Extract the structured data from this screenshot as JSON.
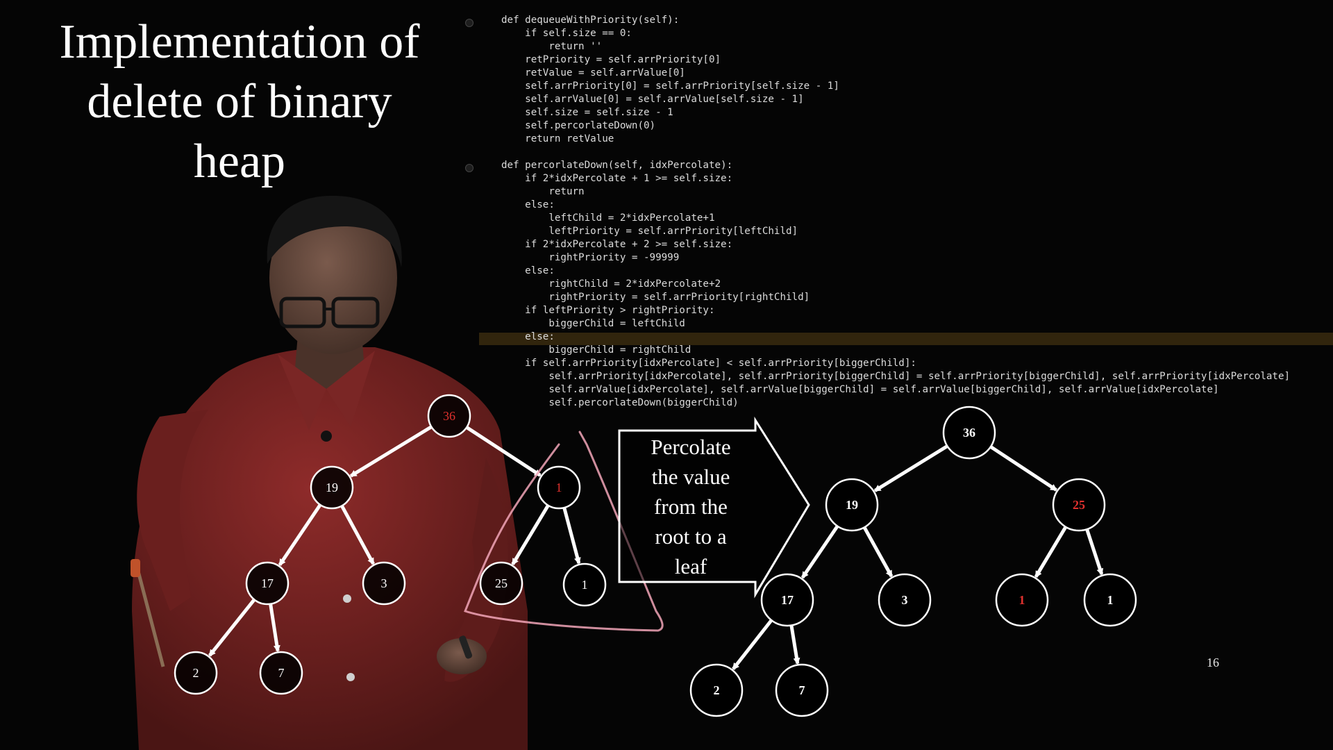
{
  "slide": {
    "title_lines": [
      "Implementation of",
      "delete of binary",
      "heap"
    ],
    "page_number": "16"
  },
  "code": {
    "lines": [
      "def dequeueWithPriority(self):",
      "    if self.size == 0:",
      "        return ''",
      "    retPriority = self.arrPriority[0]",
      "    retValue = self.arrValue[0]",
      "    self.arrPriority[0] = self.arrPriority[self.size - 1]",
      "    self.arrValue[0] = self.arrValue[self.size - 1]",
      "    self.size = self.size - 1",
      "    self.percorlateDown(0)",
      "    return retValue",
      "",
      "def percorlateDown(self, idxPercolate):",
      "    if 2*idxPercolate + 1 >= self.size:",
      "        return",
      "    else:",
      "        leftChild = 2*idxPercolate+1",
      "        leftPriority = self.arrPriority[leftChild]",
      "    if 2*idxPercolate + 2 >= self.size:",
      "        rightPriority = -99999",
      "    else:",
      "        rightChild = 2*idxPercolate+2",
      "        rightPriority = self.arrPriority[rightChild]",
      "    if leftPriority > rightPriority:",
      "        biggerChild = leftChild",
      "    else:",
      "        biggerChild = rightChild",
      "    if self.arrPriority[idxPercolate] < self.arrPriority[biggerChild]:",
      "        self.arrPriority[idxPercolate], self.arrPriority[biggerChild] = self.arrPriority[biggerChild], self.arrPriority[idxPercolate]",
      "        self.arrValue[idxPercolate], self.arrValue[biggerChild] = self.arrValue[biggerChild], self.arrValue[idxPercolate]",
      "        self.percorlateDown(biggerChild)"
    ],
    "highlighted_line": 24
  },
  "callout": {
    "lines": [
      "Percolate",
      "the value",
      "from the",
      "root to a",
      "leaf"
    ]
  },
  "trees": {
    "left": {
      "nodes": [
        {
          "id": "a",
          "label": "36",
          "color": "#e0312e"
        },
        {
          "id": "b",
          "label": "19",
          "color": "#ffffff"
        },
        {
          "id": "c",
          "label": "1",
          "color": "#e0312e"
        },
        {
          "id": "d",
          "label": "17",
          "color": "#ffffff"
        },
        {
          "id": "e",
          "label": "3",
          "color": "#ffffff"
        },
        {
          "id": "f",
          "label": "25",
          "color": "#ffffff"
        },
        {
          "id": "g",
          "label": "1",
          "color": "#ffffff"
        },
        {
          "id": "h",
          "label": "2",
          "color": "#ffffff"
        },
        {
          "id": "i",
          "label": "7",
          "color": "#ffffff"
        }
      ],
      "edges": [
        [
          "a",
          "b"
        ],
        [
          "a",
          "c"
        ],
        [
          "b",
          "d"
        ],
        [
          "b",
          "e"
        ],
        [
          "c",
          "f"
        ],
        [
          "c",
          "g"
        ],
        [
          "d",
          "h"
        ],
        [
          "d",
          "i"
        ]
      ]
    },
    "right": {
      "nodes": [
        {
          "id": "a",
          "label": "36",
          "color": "#ffffff"
        },
        {
          "id": "b",
          "label": "19",
          "color": "#ffffff"
        },
        {
          "id": "c",
          "label": "25",
          "color": "#e0312e"
        },
        {
          "id": "d",
          "label": "17",
          "color": "#ffffff"
        },
        {
          "id": "e",
          "label": "3",
          "color": "#ffffff"
        },
        {
          "id": "f",
          "label": "1",
          "color": "#e0312e"
        },
        {
          "id": "g",
          "label": "1",
          "color": "#ffffff"
        },
        {
          "id": "h",
          "label": "2",
          "color": "#ffffff"
        },
        {
          "id": "i",
          "label": "7",
          "color": "#ffffff"
        }
      ],
      "edges": [
        [
          "a",
          "b"
        ],
        [
          "a",
          "c"
        ],
        [
          "b",
          "d"
        ],
        [
          "b",
          "e"
        ],
        [
          "c",
          "f"
        ],
        [
          "c",
          "g"
        ],
        [
          "d",
          "h"
        ],
        [
          "d",
          "i"
        ]
      ]
    }
  },
  "colors": {
    "background": "#050505",
    "node_stroke": "#ffffff",
    "highlight_red": "#e0312e",
    "annotation_pink": "#f2a6b8"
  }
}
